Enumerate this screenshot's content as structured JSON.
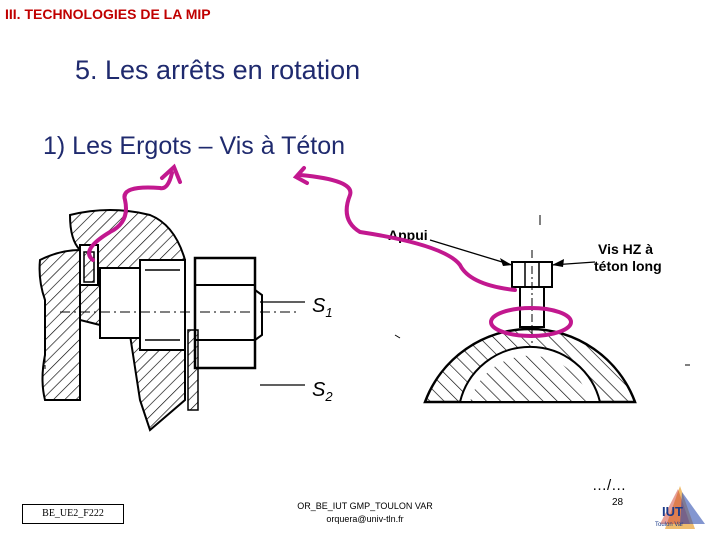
{
  "slide": {
    "section_header": "III. TECHNOLOGIES DE LA MIP",
    "title": "5. Les arrêts en rotation",
    "subtitle": "1)   Les Ergots – Vis à Téton",
    "continuation": "…/…"
  },
  "drawing": {
    "label_s1": "S",
    "label_s1_sub": "1",
    "label_s2": "S",
    "label_s2_sub": "2",
    "label_appui": "Appui",
    "label_vis_line1": "Vis  HZ à",
    "label_vis_line2": "téton long"
  },
  "footer": {
    "ref_code": "BE_UE2_F222",
    "line1": "OR_BE_IUT GMP_TOULON VAR",
    "line2": "orquera@univ-tln.fr",
    "page_number": "28",
    "logo_text_iut": "IUT",
    "logo_text_city": "Toulon Var"
  },
  "colors": {
    "header_red": "#c00000",
    "title_navy": "#1f2a6e",
    "annotation_magenta": "#c2188f"
  }
}
